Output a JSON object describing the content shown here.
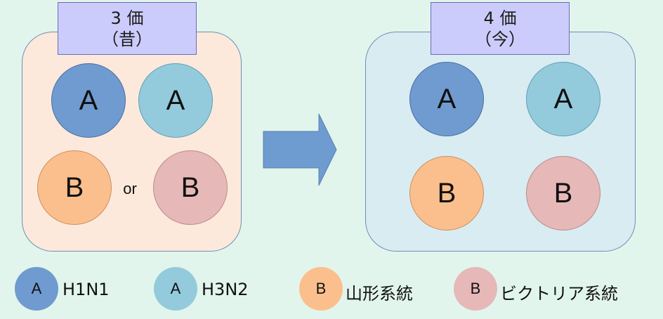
{
  "left": {
    "title_line1": "3 価",
    "title_line2": "（昔）",
    "circles": [
      "A",
      "A",
      "B",
      "B"
    ],
    "or_text": "or"
  },
  "right": {
    "title_line1": "4 価",
    "title_line2": "（今）",
    "circles": [
      "A",
      "A",
      "B",
      "B"
    ]
  },
  "legend": [
    {
      "letter": "A",
      "label": "H1N1",
      "color": "#6f9bd0"
    },
    {
      "letter": "A",
      "label": "H3N2",
      "color": "#93cbdc"
    },
    {
      "letter": "B",
      "label": "山形系統",
      "color": "#fbbf8d"
    },
    {
      "letter": "B",
      "label": "ビクトリア系統",
      "color": "#e6b8b7"
    }
  ],
  "colors": {
    "background": "#e2f5ec",
    "left_panel": "#fde9db",
    "right_panel": "#d9ecf1",
    "title_box": "#ccccfc",
    "arrow": "#6e9bd0"
  }
}
